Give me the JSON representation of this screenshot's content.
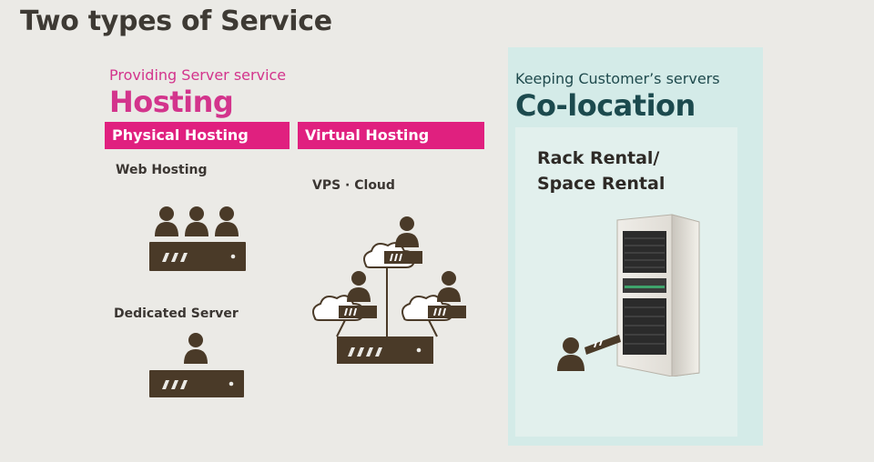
{
  "slide": {
    "title": "Two types of Service"
  },
  "hosting": {
    "subtitle": "Providing Server service",
    "title": "Hosting",
    "physical_label": "Physical Hosting",
    "virtual_label": "Virtual Hosting",
    "web_hosting_label": "Web Hosting",
    "dedicated_server_label": "Dedicated Server",
    "vps_cloud_label": "VPS · Cloud"
  },
  "colocation": {
    "subtitle": "Keeping Customer’s servers",
    "title": "Co-location",
    "rack_rental_line1": "Rack Rental/",
    "rack_rental_line2": "Space Rental"
  },
  "colors": {
    "hosting_accent": "#e0207f",
    "colocation_accent": "#1c4a4e",
    "colocation_panel": "#d4ebe8",
    "icon_dark": "#4a3a28"
  },
  "icons": [
    "user-icon",
    "server-icon",
    "cloud-icon",
    "server-rack-icon"
  ]
}
